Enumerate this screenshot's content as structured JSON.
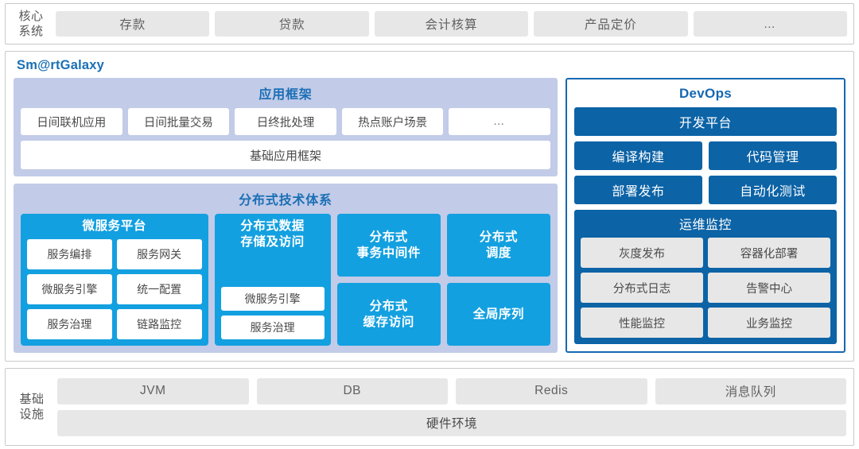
{
  "core_system": {
    "label": "核心\n系统",
    "label_line1": "核心",
    "label_line2": "系统",
    "items": [
      "存款",
      "贷款",
      "会计核算",
      "产品定价",
      "…"
    ]
  },
  "galaxy": {
    "title": "Sm@rtGalaxy",
    "app_framework": {
      "title": "应用框架",
      "items": [
        "日间联机应用",
        "日间批量交易",
        "日终批处理",
        "热点账户场景",
        "…"
      ],
      "base": "基础应用框架"
    },
    "distributed": {
      "title": "分布式技术体系",
      "microservice": {
        "title": "微服务平台",
        "items": [
          "服务编排",
          "服务网关",
          "微服务引擎",
          "统一配置",
          "服务治理",
          "链路监控"
        ]
      },
      "storage": {
        "title": "分布式数据\n存储及访问",
        "title_line1": "分布式数据",
        "title_line2": "存储及访问",
        "items": [
          "微服务引擎",
          "服务治理"
        ]
      },
      "cards": [
        {
          "line1": "分布式",
          "line2": "事务中间件"
        },
        {
          "line1": "分布式",
          "line2": "调度"
        },
        {
          "line1": "分布式",
          "line2": "缓存访问"
        },
        {
          "line1": "全局序列",
          "line2": ""
        }
      ]
    }
  },
  "devops": {
    "title": "DevOps",
    "platform": "开发平台",
    "buttons": [
      "编译构建",
      "代码管理",
      "部署发布",
      "自动化测试"
    ],
    "ops": {
      "title": "运维监控",
      "items": [
        "灰度发布",
        "容器化部署",
        "分布式日志",
        "告警中心",
        "性能监控",
        "业务监控"
      ]
    }
  },
  "infrastructure": {
    "label_line1": "基础",
    "label_line2": "设施",
    "items": [
      "JVM",
      "DB",
      "Redis",
      "消息队列"
    ],
    "hardware": "硬件环境"
  },
  "colors": {
    "accent_blue": "#1b6fb5",
    "cyan": "#13a0e0",
    "deep_blue": "#0c63a6",
    "lavender": "#c2cbe8",
    "chip_gray": "#e7e7e7"
  }
}
